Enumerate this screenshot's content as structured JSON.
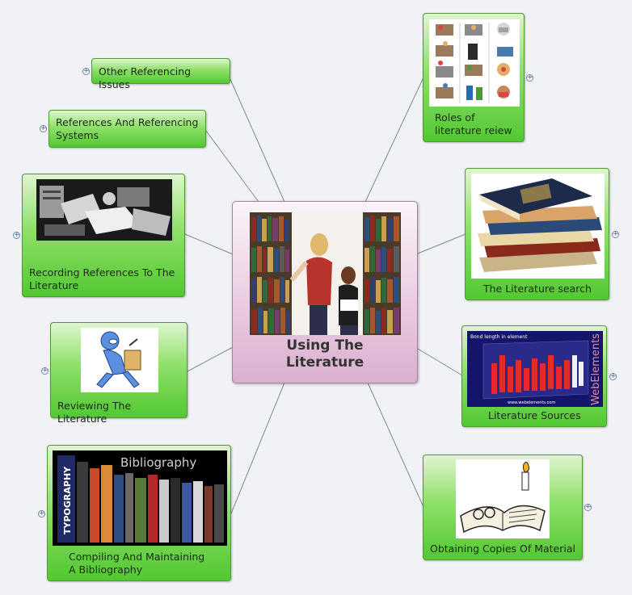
{
  "central_topic": {
    "line1": "Using The",
    "line2": "Literature"
  },
  "topics": {
    "other_referencing": {
      "label": "Other Referencing Issues"
    },
    "references_systems": {
      "line1": "References And Referencing",
      "line2": "Systems"
    },
    "recording_references": {
      "line1": "Recording References To The",
      "line2": "Literature"
    },
    "reviewing": {
      "label": "Reviewing The Literature"
    },
    "bibliography": {
      "line1": "Compiling And Maintaining",
      "line2": "A Bibliography",
      "image_text": "Bibliography",
      "spine_text": "TYPOGRAPHY"
    },
    "roles": {
      "line1": "Roles of",
      "line2": "literature reiew"
    },
    "search": {
      "label": "The Literature search"
    },
    "sources": {
      "label": "Literature Sources",
      "image_brand": "WebElements",
      "image_title": "Bond length in element",
      "image_url": "www.webelements.com"
    },
    "obtaining": {
      "label": "Obtaining Copies Of Material"
    }
  },
  "expand_symbol": "+"
}
